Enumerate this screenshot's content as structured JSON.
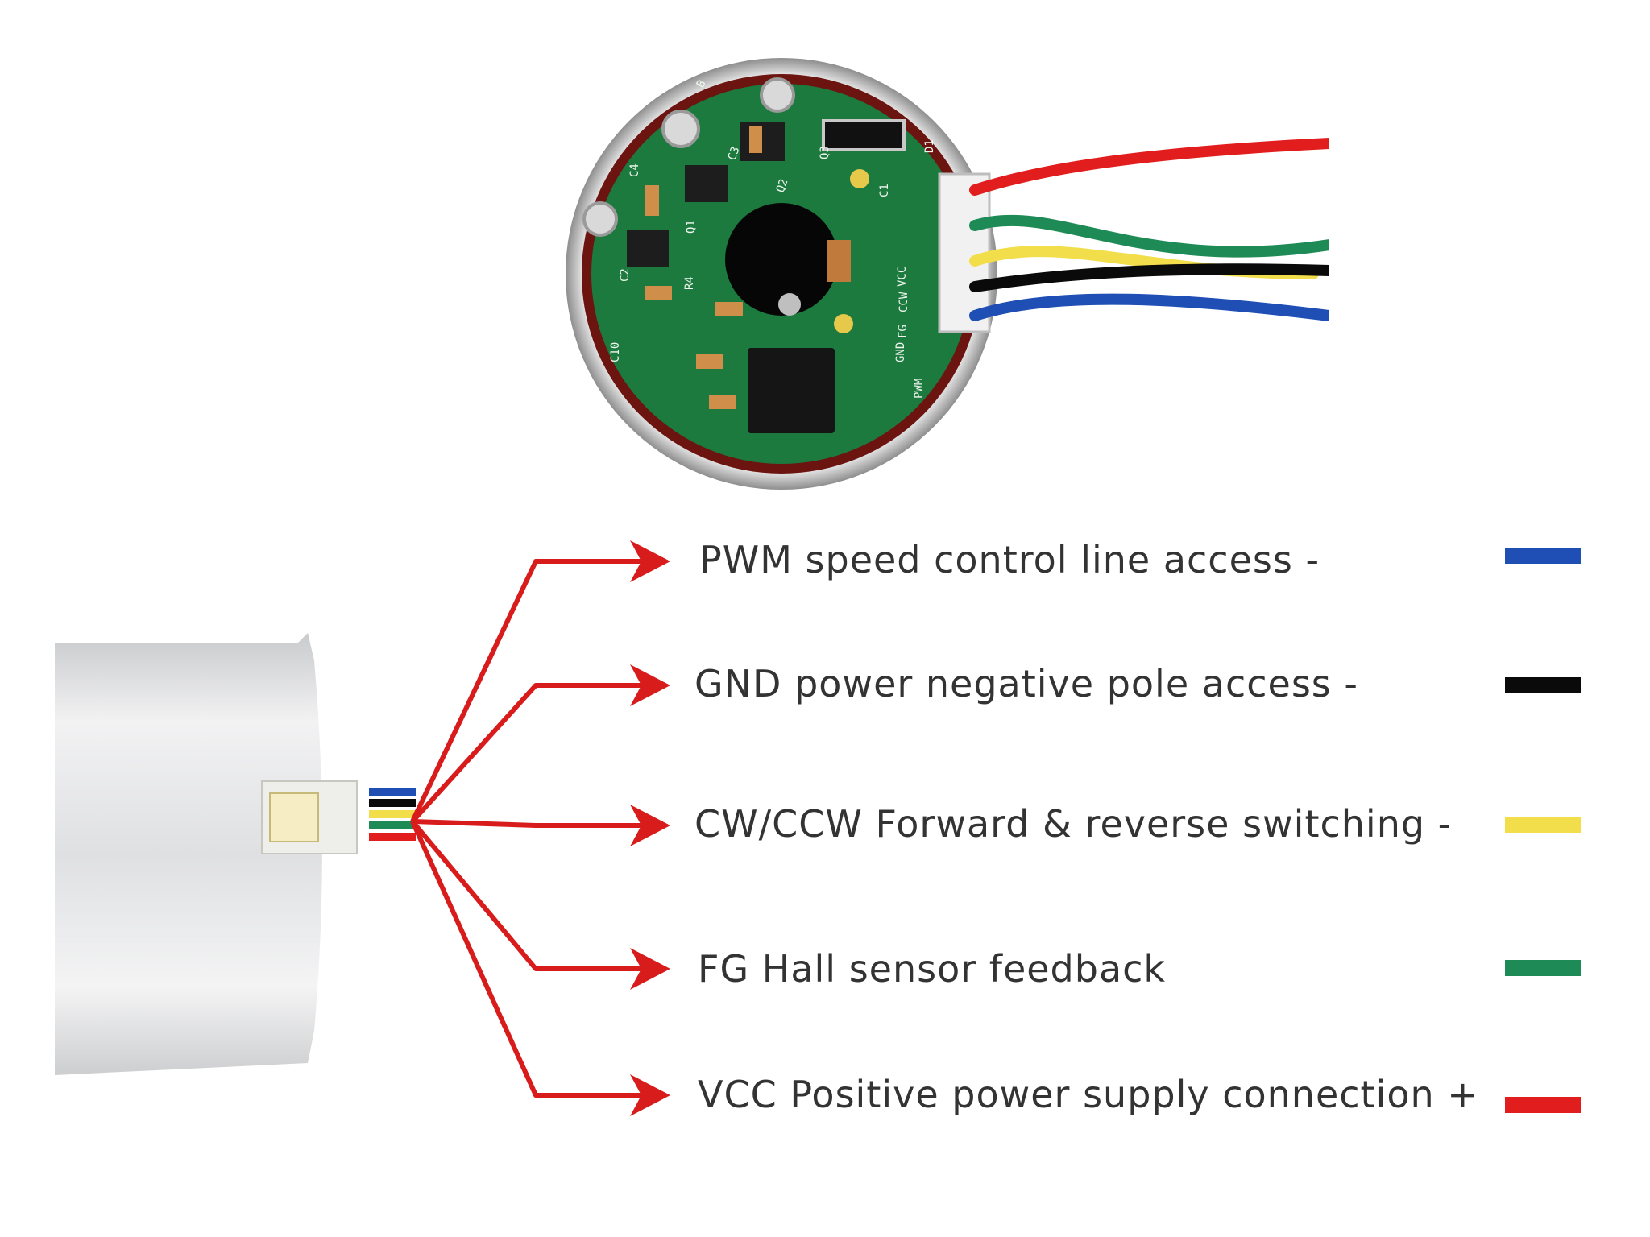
{
  "pcb_silkscreen": [
    "C4",
    "B",
    "C3",
    "Q3",
    "Q2",
    "C1",
    "D1",
    "Q1",
    "C2",
    "R4",
    "C10",
    "PWM",
    "GND",
    "FG",
    "CCW",
    "VCC"
  ],
  "wires": [
    {
      "label": "PWM speed control line access -",
      "color": "#1f4fb4",
      "swatch_name": "blue"
    },
    {
      "label": "GND power negative pole access -",
      "color": "#0a0a0a",
      "swatch_name": "black"
    },
    {
      "label": "CW/CCW Forward & reverse switching -",
      "color": "#f2de4b",
      "swatch_name": "yellow"
    },
    {
      "label": "FG Hall sensor feedback",
      "color": "#1e8a55",
      "swatch_name": "green"
    },
    {
      "label": "VCC Positive power supply connection +",
      "color": "#e11d1d",
      "swatch_name": "red"
    }
  ],
  "arrow_color": "#d81c1c",
  "pcb_green": "#1c7a3e",
  "motor_metal": "#d9dadc"
}
